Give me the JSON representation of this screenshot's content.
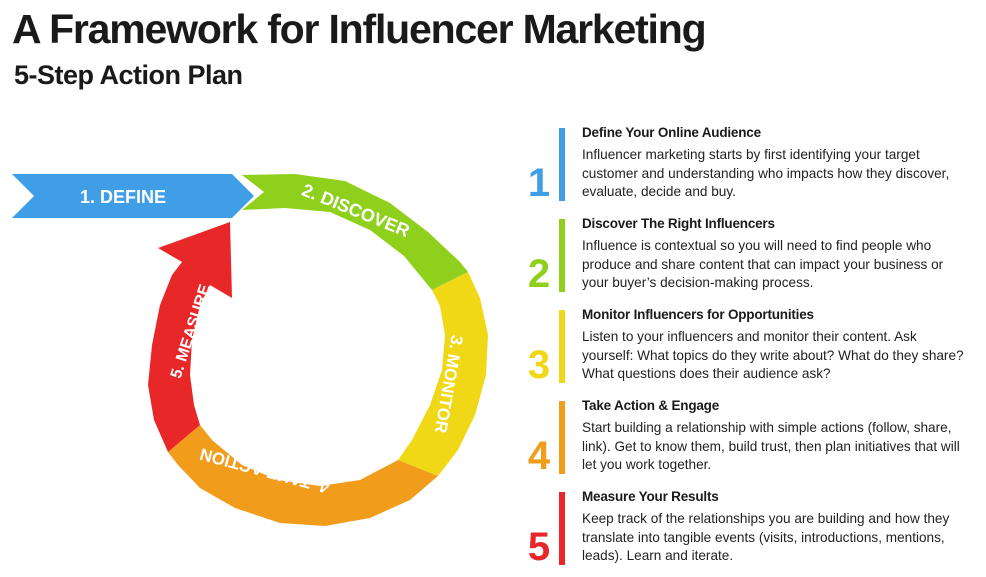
{
  "title": "A Framework for Influencer Marketing",
  "subtitle": "5-Step Action Plan",
  "cycle": {
    "labels": [
      "1. DEFINE",
      "2. DISCOVER",
      "3. MONITOR",
      "4. TAKE ACTION",
      "5. MEASURE"
    ],
    "colors": {
      "define": "#3f9ee6",
      "discover": "#8fd01c",
      "monitor": "#f0d816",
      "take_action": "#f29c1c",
      "measure": "#e82828"
    }
  },
  "steps": [
    {
      "number": "1",
      "color": "#3f9ee6",
      "title": "Define Your Online Audience",
      "description": "Influencer marketing starts by first identifying your target customer and understanding who impacts how they discover, evaluate, decide and buy."
    },
    {
      "number": "2",
      "color": "#8fd01c",
      "title": "Discover The Right Influencers",
      "description": "Influence is contextual so you will need to find people who produce and share content that can impact your business or your buyer’s decision-making process."
    },
    {
      "number": "3",
      "color": "#f0d816",
      "title": "Monitor Influencers for Opportunities",
      "description": "Listen to your influencers and monitor their content. Ask yourself: What topics do they write about? What do they share? What questions does their audience ask?"
    },
    {
      "number": "4",
      "color": "#f29c1c",
      "title": "Take Action & Engage",
      "description": "Start building a relationship with simple actions (follow, share, link). Get to know them, build trust, then plan initiatives that will let you work together."
    },
    {
      "number": "5",
      "color": "#e82828",
      "title": "Measure Your Results",
      "description": "Keep track of the relationships you are building and how they translate into tangible events (visits, introductions, mentions, leads). Learn and iterate."
    }
  ]
}
